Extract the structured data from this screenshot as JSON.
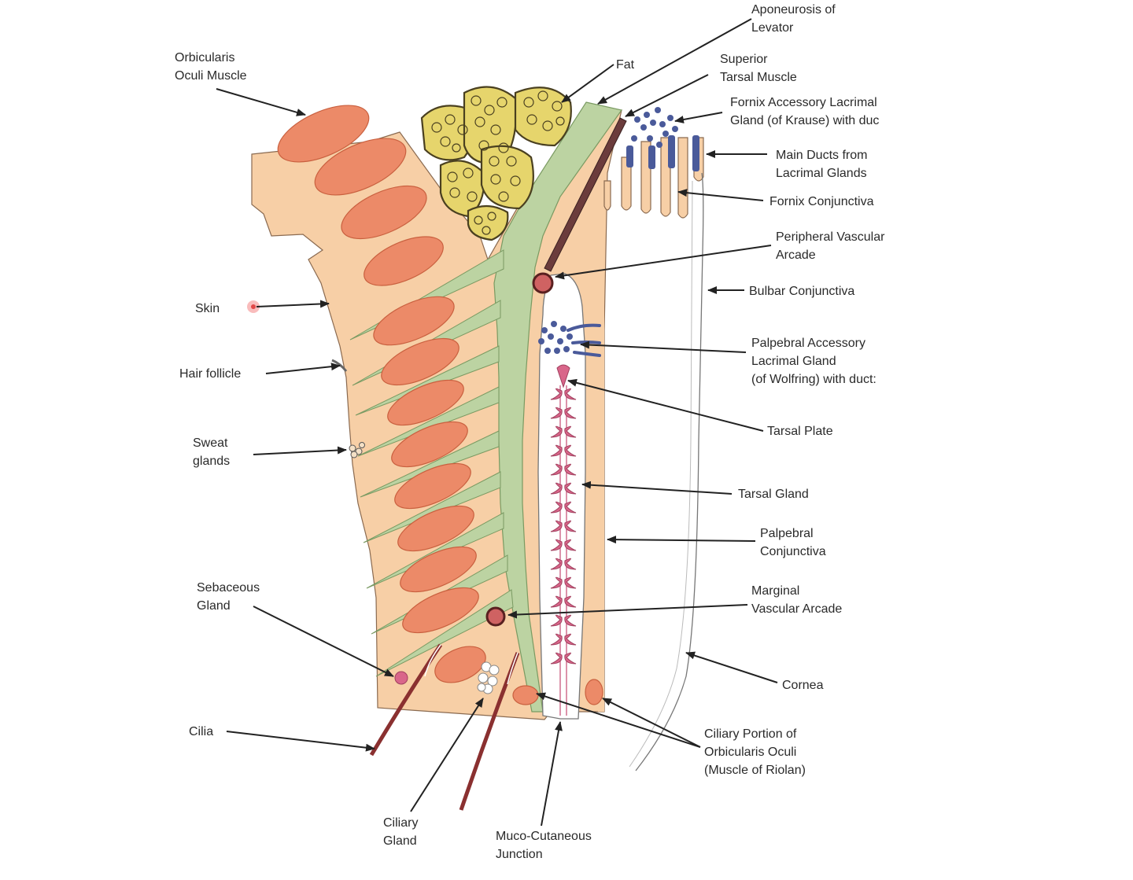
{
  "labels": {
    "aponeurosis": [
      "Aponeurosis of",
      "Levator"
    ],
    "orbicularis": [
      "Orbicularis",
      "Oculi Muscle"
    ],
    "fat": [
      "Fat"
    ],
    "superior_tarsal": [
      "Superior",
      "Tarsal Muscle"
    ],
    "fornix_accessory": [
      "Fornix Accessory Lacrimal",
      "Gland (of Krause) with duc"
    ],
    "main_ducts": [
      "Main Ducts from",
      "Lacrimal Glands"
    ],
    "fornix_conjunctiva": [
      "Fornix Conjunctiva"
    ],
    "peripheral_arcade": [
      "Peripheral Vascular",
      "Arcade"
    ],
    "bulbar": [
      "Bulbar Conjunctiva"
    ],
    "skin": [
      "Skin"
    ],
    "palpebral_accessory": [
      "Palpebral Accessory",
      "Lacrimal Gland",
      "(of Wolfring) with duct:"
    ],
    "hair_follicle": [
      "Hair follicle"
    ],
    "tarsal_plate": [
      "Tarsal Plate"
    ],
    "sweat_glands": [
      "Sweat",
      "glands"
    ],
    "tarsal_gland": [
      "Tarsal  Gland"
    ],
    "palpebral_conjunctiva": [
      "Palpebral",
      "Conjunctiva"
    ],
    "sebaceous": [
      "Sebaceous",
      "Gland"
    ],
    "marginal_arcade": [
      "Marginal",
      "Vascular Arcade"
    ],
    "cornea": [
      "Cornea"
    ],
    "cilia": [
      "Cilia"
    ],
    "ciliary_portion": [
      "Ciliary Portion of",
      "Orbicularis Oculi",
      "(Muscle of Riolan)"
    ],
    "ciliary_gland": [
      "Ciliary",
      "Gland"
    ],
    "muco_cutaneous": [
      "Muco-Cutaneous",
      "Junction"
    ]
  },
  "colors": {
    "skin_tissue": "#f7cfa6",
    "muscle": "#ec8a68",
    "muscle_stroke": "#c9603f",
    "levator_green": "#bcd3a2",
    "fat_yellow": "#e6d56c",
    "tarsal_pink": "#d9668a",
    "duct_blue": "#4a5a9a",
    "vessel": "#b84a4a",
    "superior_tarsal": "#6b3c3c"
  }
}
